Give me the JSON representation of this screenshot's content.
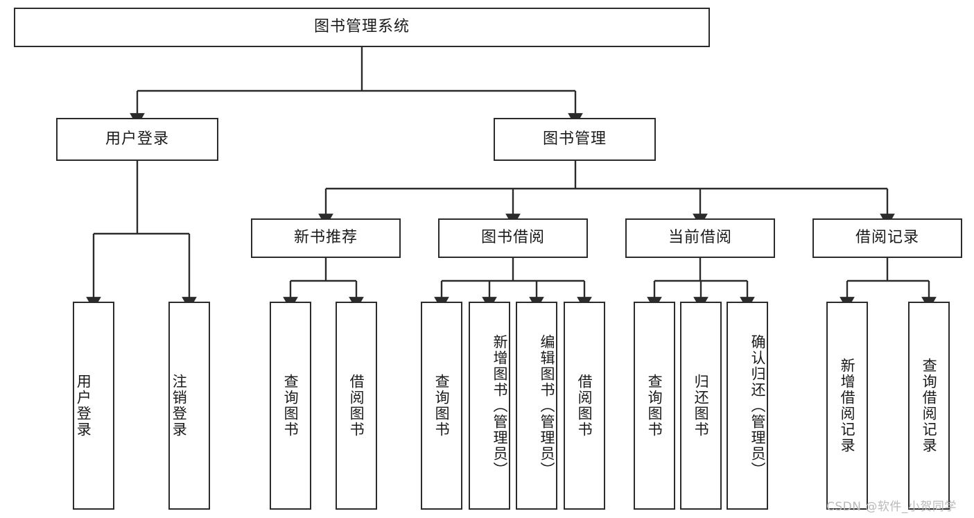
{
  "diagram": {
    "title": "图书管理系统",
    "watermark": "CSDN @软件_小贺同学",
    "colors": {
      "box_border": "#2b2b2b",
      "line": "#2b2b2b",
      "text": "#1a1a1a",
      "background": "#ffffff",
      "watermark": "#b9b9b9"
    },
    "root": {
      "label": "图书管理系统"
    },
    "level1": [
      {
        "label": "用户登录"
      },
      {
        "label": "图书管理"
      }
    ],
    "level2": [
      {
        "label": "新书推荐"
      },
      {
        "label": "图书借阅"
      },
      {
        "label": "当前借阅"
      },
      {
        "label": "借阅记录"
      }
    ],
    "leaves": {
      "user_login": [
        {
          "label": "用户登录"
        },
        {
          "label": "注销登录"
        }
      ],
      "new_book_recommend": [
        {
          "label": "查询图书"
        },
        {
          "label": "借阅图书"
        }
      ],
      "book_borrow": [
        {
          "label": "查询图书"
        },
        {
          "label": "新增图书（管理员）"
        },
        {
          "label": "编辑图书（管理员）"
        },
        {
          "label": "借阅图书"
        }
      ],
      "current_borrow": [
        {
          "label": "查询图书"
        },
        {
          "label": "归还图书"
        },
        {
          "label": "确认归还（管理员）"
        }
      ],
      "borrow_record": [
        {
          "label": "新增借阅记录"
        },
        {
          "label": "查询借阅记录"
        }
      ]
    }
  }
}
